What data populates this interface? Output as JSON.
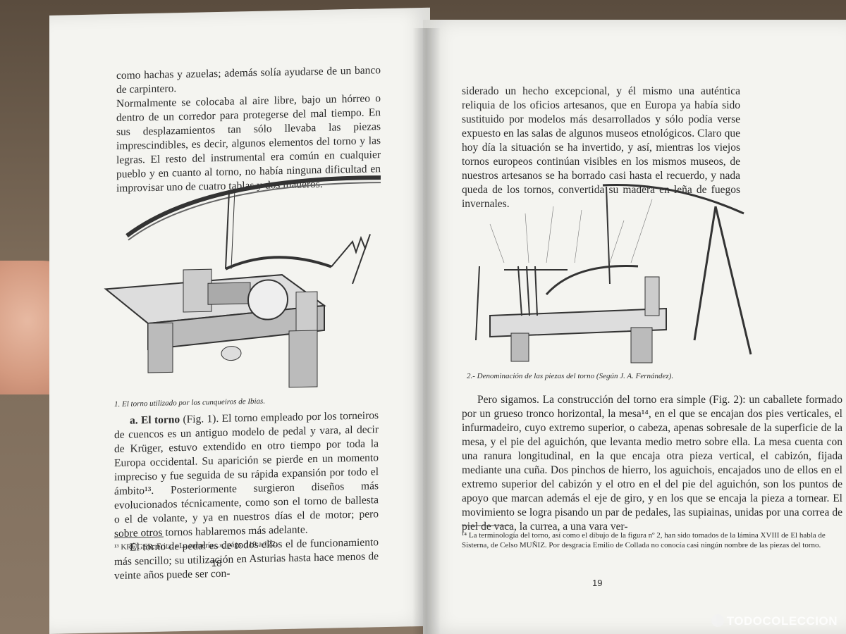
{
  "left_page": {
    "top_text": [
      "como hachas y azuelas; además solía ayudarse de un banco de carpintero.",
      "Normalmente se colocaba al aire libre, bajo un hórreo o dentro de un corredor para protegerse del mal tiempo. En sus desplazamientos tan sólo llevaba las piezas imprescindibles, es decir, algunos elementos del torno y las legras. El resto del instrumental era común en cualquier pueblo y en cuanto al torno, no había ninguna dificultad en improvisar uno de cuatro tablas y dos maderos."
    ],
    "caption": "1. El torno utilizado por los cunqueiros de Ibias.",
    "body_heading": "a. El torno",
    "body_text": " (Fig. 1). El torno empleado por los torneiros de cuencos es un antiguo modelo de pedal y vara, al decir de Krüger, estuvo extendido en otro tiempo por toda la Europa occidental. Su aparición se pierde en un momento impreciso y fue seguida de su rápida expansión por todo el ámbito¹³. Posteriormente surgieron diseños más evolucionados técnicamente, como son el torno de ballesta o el de volante, y ya en nuestros días el de motor; pero sobre otros tornos hablaremos más adelante.",
    "body_text2": "El torno de pedal es de todos ellos el de funcionamiento más sencillo; su utilización en Asturias hasta hace menos de veinte años puede ser con-",
    "footnote": "¹³ KRÜGER, Fritz: «La tornería...», págs. 119 a 122.",
    "page_number": "18"
  },
  "right_page": {
    "top_text": "siderado un hecho excepcional, y él mismo una auténtica reliquia de los oficios artesanos, que en Europa ya había sido sustituido por modelos más desarrollados y sólo podía verse expuesto en las salas de algunos museos etnológicos. Claro que hoy día la situación se ha invertido, y así, mientras los viejos tornos europeos continúan visibles en los mismos museos, de nuestros artesanos se ha borrado casi hasta el recuerdo, y nada queda de los tornos, convertida su madera en leña de fuegos invernales.",
    "caption": "2.- Denominación de las piezas del torno (Según J. A. Fernández).",
    "body_text": "Pero sigamos. La construcción del torno era simple (Fig. 2): un caballete formado por un grueso tronco horizontal, la mesa¹⁴, en el que se encajan dos pies verticales, el infurmadeiro, cuyo extremo superior, o cabeza, apenas sobresale de la superficie de la mesa, y el pie del aguichón, que levanta medio metro sobre ella. La mesa cuenta con una ranura longitudinal, en la que encaja otra pieza vertical, el cabizón, fijada mediante una cuña. Dos pinchos de hierro, los aguichois, encajados uno de ellos en el extremo superior del cabizón y el otro en el del pie del aguichón, son los puntos de apoyo que marcan además el eje de giro, y en los que se encaja la pieza a tornear. El movimiento se logra pisando un par de pedales, las supiainas, unidas por una correa de piel de vaca, la currea, a una vara ver-",
    "footnote": "¹⁴ La terminología del torno, así como el dibujo de la figura nº 2, han sido tomados de la lámina XVIII de El habla de Sisterna, de Celso MUÑIZ. Por desgracia Emilio de Collada no conocía casi ningún nombre de las piezas del torno.",
    "page_number": "19"
  },
  "watermark": "TODOCOLECCION"
}
